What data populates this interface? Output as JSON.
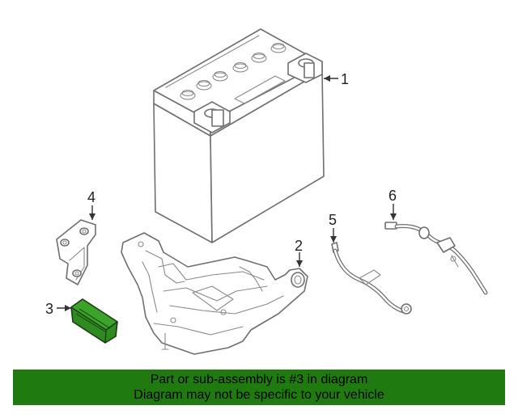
{
  "callouts": {
    "battery": "1",
    "tray": "2",
    "highlighted_part": "3",
    "bracket": "4",
    "cable_5": "5",
    "cable_6": "6"
  },
  "banner": {
    "line1": "Part or sub-assembly is #3 in diagram",
    "line2": "Diagram may not be specific to your vehicle",
    "color": "#1f7a10"
  },
  "highlight_color": "#2e8b1f"
}
